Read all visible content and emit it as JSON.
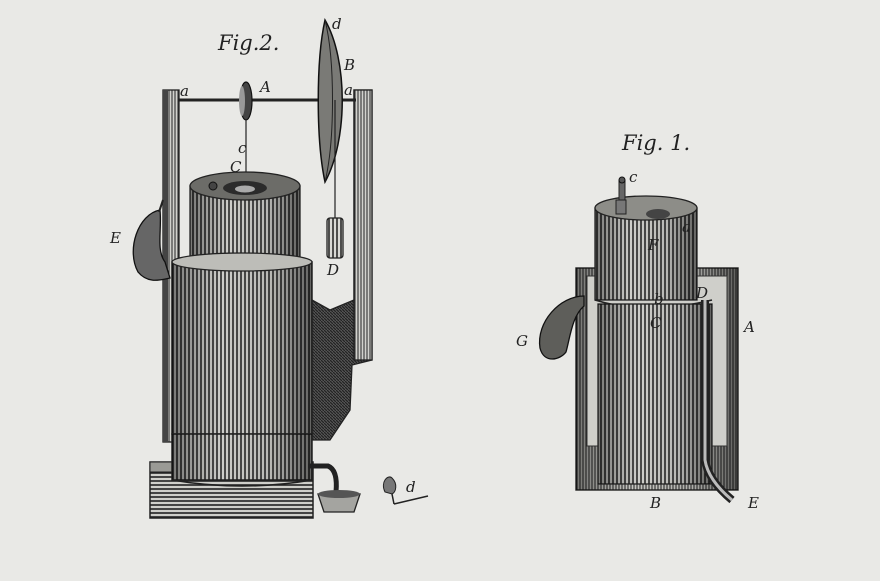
{
  "figures": {
    "fig2": {
      "caption": "Fig.2.",
      "labels": {
        "a_left": "a",
        "A": "A",
        "d_top": "d",
        "B": "B",
        "a_right": "a",
        "c": "c",
        "C": "C",
        "E": "E",
        "D": "D",
        "d_bottom": "d"
      }
    },
    "fig1": {
      "caption": "Fig. 1.",
      "labels": {
        "c": "c",
        "a": "a",
        "F": "F",
        "b": "b",
        "D": "D",
        "C": "C",
        "A": "A",
        "G": "G",
        "B": "B",
        "E": "E"
      }
    }
  },
  "colors": {
    "paper": "#e9e9e6",
    "ink": "#222222"
  }
}
